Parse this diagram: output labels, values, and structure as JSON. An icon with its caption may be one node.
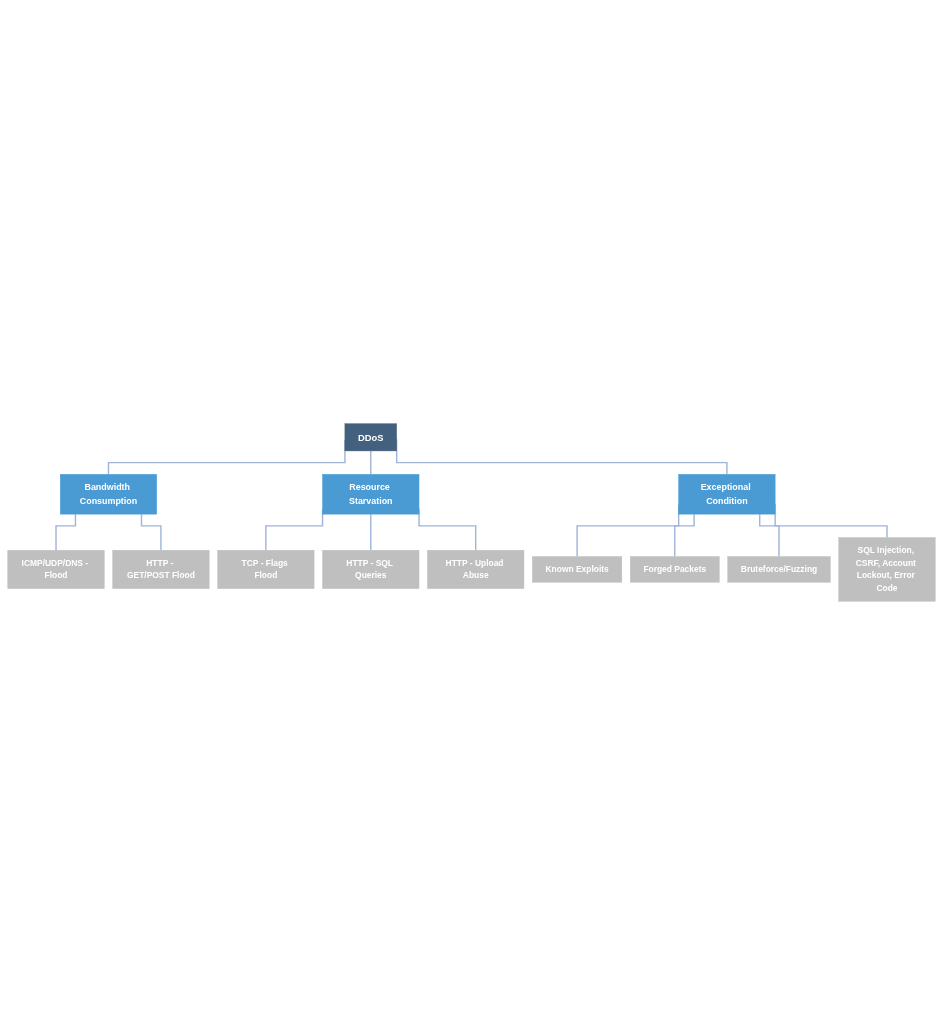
{
  "diagram": {
    "nodes": [
      {
        "text": [
          "DDoS"
        ]
      },
      {
        "text": [
          "Bandwidth Consumption"
        ]
      },
      {
        "text": [
          "Resource Starvation"
        ]
      },
      {
        "text": [
          "Exceptional Condition"
        ]
      },
      {
        "text": [
          "ICMP/UDP/DNS - Flood"
        ]
      },
      {
        "text": [
          "HTTP - GET/POST Flood"
        ]
      },
      {
        "text": [
          "TCP - Flags Flood"
        ]
      },
      {
        "text": [
          "HTTP - SQL Queries"
        ]
      },
      {
        "text": [
          "HTTP - Upload Abuse"
        ]
      },
      {
        "text": [
          "Known Exploits"
        ]
      },
      {
        "text": [
          "Forged Packets"
        ]
      },
      {
        "text": [
          "Bruteforce/Fuzzing"
        ]
      },
      {
        "text": [
          "SQL Injection, CSRF, Account Lockout, Error Code"
        ]
      }
    ],
    "edges": [
      {
        "from": 0,
        "to": 1,
        "arrow": "none"
      },
      {
        "from": 0,
        "to": 2,
        "arrow": "none"
      },
      {
        "from": 0,
        "to": 3,
        "arrow": "none"
      },
      {
        "from": 1,
        "to": 4,
        "arrow": "none"
      },
      {
        "from": 1,
        "to": 5,
        "arrow": "none"
      },
      {
        "from": 2,
        "to": 6,
        "arrow": "none"
      },
      {
        "from": 2,
        "to": 7,
        "arrow": "none"
      },
      {
        "from": 2,
        "to": 8,
        "arrow": "none"
      },
      {
        "from": 3,
        "to": 9,
        "arrow": "none"
      },
      {
        "from": 3,
        "to": 10,
        "arrow": "none"
      },
      {
        "from": 3,
        "to": 11,
        "arrow": "none"
      },
      {
        "from": 3,
        "to": 12,
        "arrow": "none"
      }
    ]
  }
}
